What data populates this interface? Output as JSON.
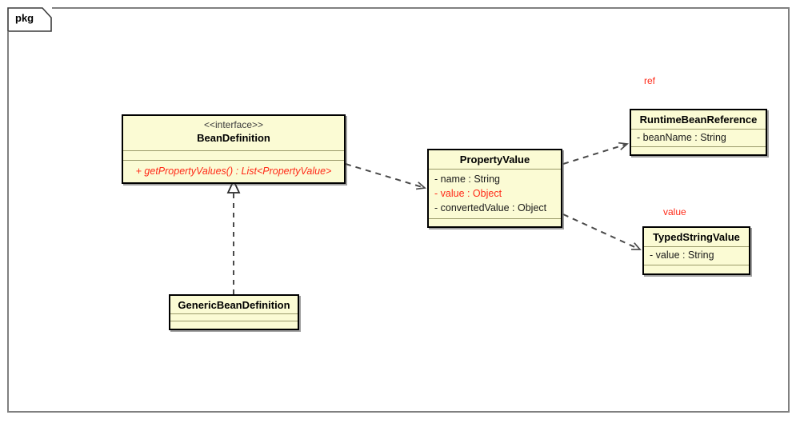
{
  "frame": {
    "label": "pkg"
  },
  "classes": {
    "bean_definition": {
      "stereotype": "<<interface>>",
      "name": "BeanDefinition",
      "attributes": [],
      "operations": [
        "+ getPropertyValues() : List<PropertyValue>"
      ]
    },
    "generic_bean_definition": {
      "name": "GenericBeanDefinition",
      "attributes": [],
      "operations": []
    },
    "property_value": {
      "name": "PropertyValue",
      "attributes": [
        "- name : String",
        "- value : Object",
        "- convertedValue : Object"
      ],
      "operations": []
    },
    "runtime_bean_reference": {
      "name": "RuntimeBeanReference",
      "attributes": [
        "- beanName : String"
      ],
      "operations": []
    },
    "typed_string_value": {
      "name": "TypedStringValue",
      "attributes": [
        "- value : String"
      ],
      "operations": []
    }
  },
  "edge_labels": {
    "ref": "ref",
    "value": "value"
  },
  "colors": {
    "class_fill": "#fbfbd4",
    "class_border": "#000000",
    "frame_border": "#808080",
    "highlight": "#ff2a18",
    "compartment_rule": "#9a9a6a",
    "connector": "#555555",
    "background": "#ffffff"
  },
  "relationships": [
    {
      "name": "realization",
      "from": "GenericBeanDefinition",
      "to": "BeanDefinition",
      "style": "dashed",
      "arrow": "hollow-triangle"
    },
    {
      "name": "dependency",
      "from": "BeanDefinition",
      "to": "PropertyValue",
      "style": "dashed",
      "arrow": "open"
    },
    {
      "name": "dependency",
      "from": "PropertyValue",
      "to": "RuntimeBeanReference",
      "style": "dashed",
      "arrow": "open"
    },
    {
      "name": "dependency",
      "from": "PropertyValue",
      "to": "TypedStringValue",
      "style": "dashed",
      "arrow": "open"
    }
  ]
}
